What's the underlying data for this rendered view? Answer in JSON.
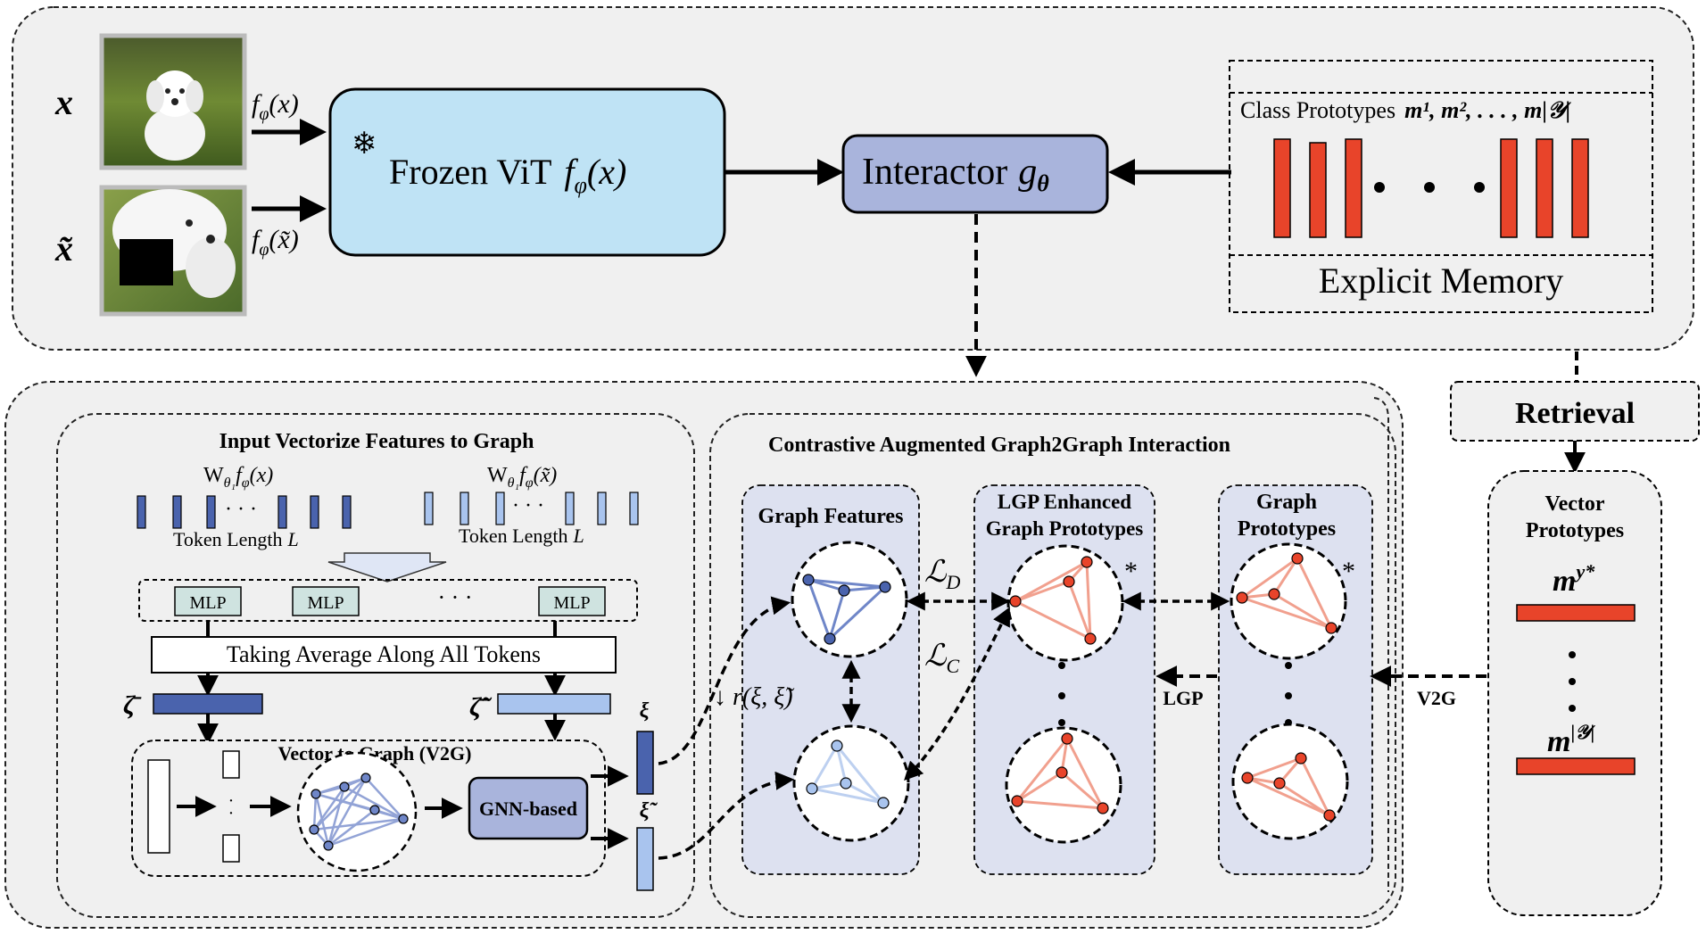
{
  "top": {
    "input_x": "x",
    "input_x_tilde": "x̃",
    "feat_x": "f",
    "feat_x_arg": "(x)",
    "feat_x_tilde_arg": "(x̃)",
    "vit_label": "Frozen ViT",
    "vit_func": "f",
    "vit_arg": "(x)",
    "snowflake": "❄",
    "interactor_label": "Interactor",
    "interactor_sym": "g",
    "memory_title": "Class Prototypes",
    "memory_sym": "m¹, m², . . . , m|𝒴|",
    "memory_footer": "Explicit Memory",
    "retrieval": "Retrieval"
  },
  "bottom": {
    "left_panel_title": "Input Vectorize Features to Graph",
    "w_label_1": "W",
    "w_label_1_rest": "f",
    "w_label_1_arg": "(x)",
    "w_label_2_arg": "(x̃)",
    "token_length": "Token Length",
    "token_sym": "L",
    "mlp_labels": [
      "MLP",
      "MLP",
      "MLP"
    ],
    "mlp_dots": "· · ·",
    "average_label": "Taking Average Along All Tokens",
    "zeta_bar": "ζ̄",
    "zeta_tilde_bar": "ζ̃̄",
    "v2g_title": "Vector to Graph (V2G)",
    "gnn_label": "GNN-based",
    "xi": "ξ",
    "xi_tilde": "ξ̃",
    "middle_panel_title": "Contrastive Augmented Graph2Graph Interaction",
    "graph_features": "Graph Features",
    "lgp_title_1": "LGP Enhanced",
    "lgp_title_2": "Graph Prototypes",
    "graph_protos_1": "Graph",
    "graph_protos_2": "Prototypes",
    "loss_d": "ℒ",
    "loss_d_sub": "D",
    "loss_c": "ℒ",
    "loss_c_sub": "C",
    "r_label": "↓ r(ξ, ξ̃)",
    "lgp_arrow": "LGP",
    "v2g_arrow": "V2G",
    "star": "*",
    "vector_protos_1": "Vector",
    "vector_protos_2": "Prototypes",
    "m_y_star": "m",
    "m_y_star_sup": "y*",
    "m_y_full": "m",
    "m_y_full_sup": "|𝒴|"
  },
  "colors": {
    "panel_bg": "#f0f0f0",
    "vit_fill": "#bfe3f5",
    "interactor_fill": "#a9b4dc",
    "graph_panel_fill": "#dde1f0",
    "memory_bar": "#e8442a",
    "dark_token": "#4a63ad",
    "light_token": "#a9c4ee",
    "mlp_fill": "#cfe3e0",
    "red_node": "#e8442a",
    "red_edge": "#f1a08e"
  }
}
